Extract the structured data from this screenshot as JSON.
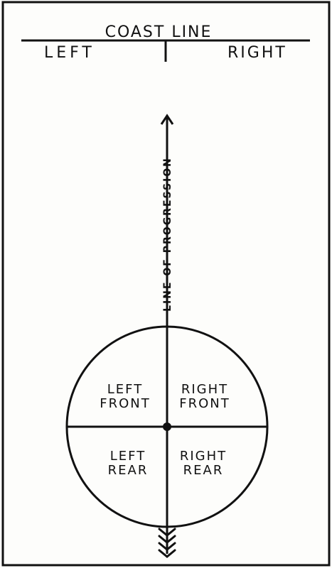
{
  "diagram": {
    "coast_line_label": "COAST LINE",
    "left_label": "LEFT",
    "right_label": "RIGHT",
    "progression_label": "LINE OF PROGRESSION",
    "quadrants": {
      "left_front": [
        "LEFT",
        "FRONT"
      ],
      "right_front": [
        "RIGHT",
        "FRONT"
      ],
      "left_rear": [
        "LEFT",
        "REAR"
      ],
      "right_rear": [
        "RIGHT",
        "REAR"
      ]
    },
    "ink_color": "#111111",
    "paper_color": "#fdfdfb"
  }
}
